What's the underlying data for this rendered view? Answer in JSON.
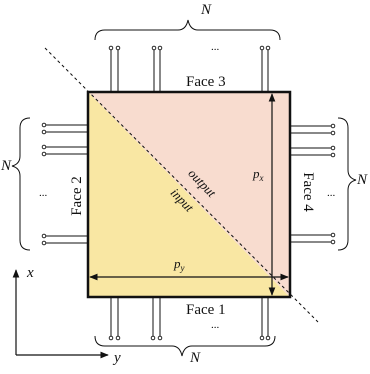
{
  "faces": {
    "face1": "Face 1",
    "face2": "Face 2",
    "face3": "Face 3",
    "face4": "Face 4"
  },
  "regions": {
    "output": "output",
    "input": "input"
  },
  "dimensions": {
    "px_base": "p",
    "px_sub": "x",
    "py_base": "p",
    "py_sub": "y"
  },
  "counts": {
    "top": "N",
    "bottom": "N",
    "left": "N",
    "right": "N"
  },
  "ellipsis": "...",
  "axes": {
    "x": "x",
    "y": "y"
  },
  "colors": {
    "input_fill": "#f9e7a3",
    "output_fill": "#f8dccf",
    "stroke": "#111111"
  }
}
